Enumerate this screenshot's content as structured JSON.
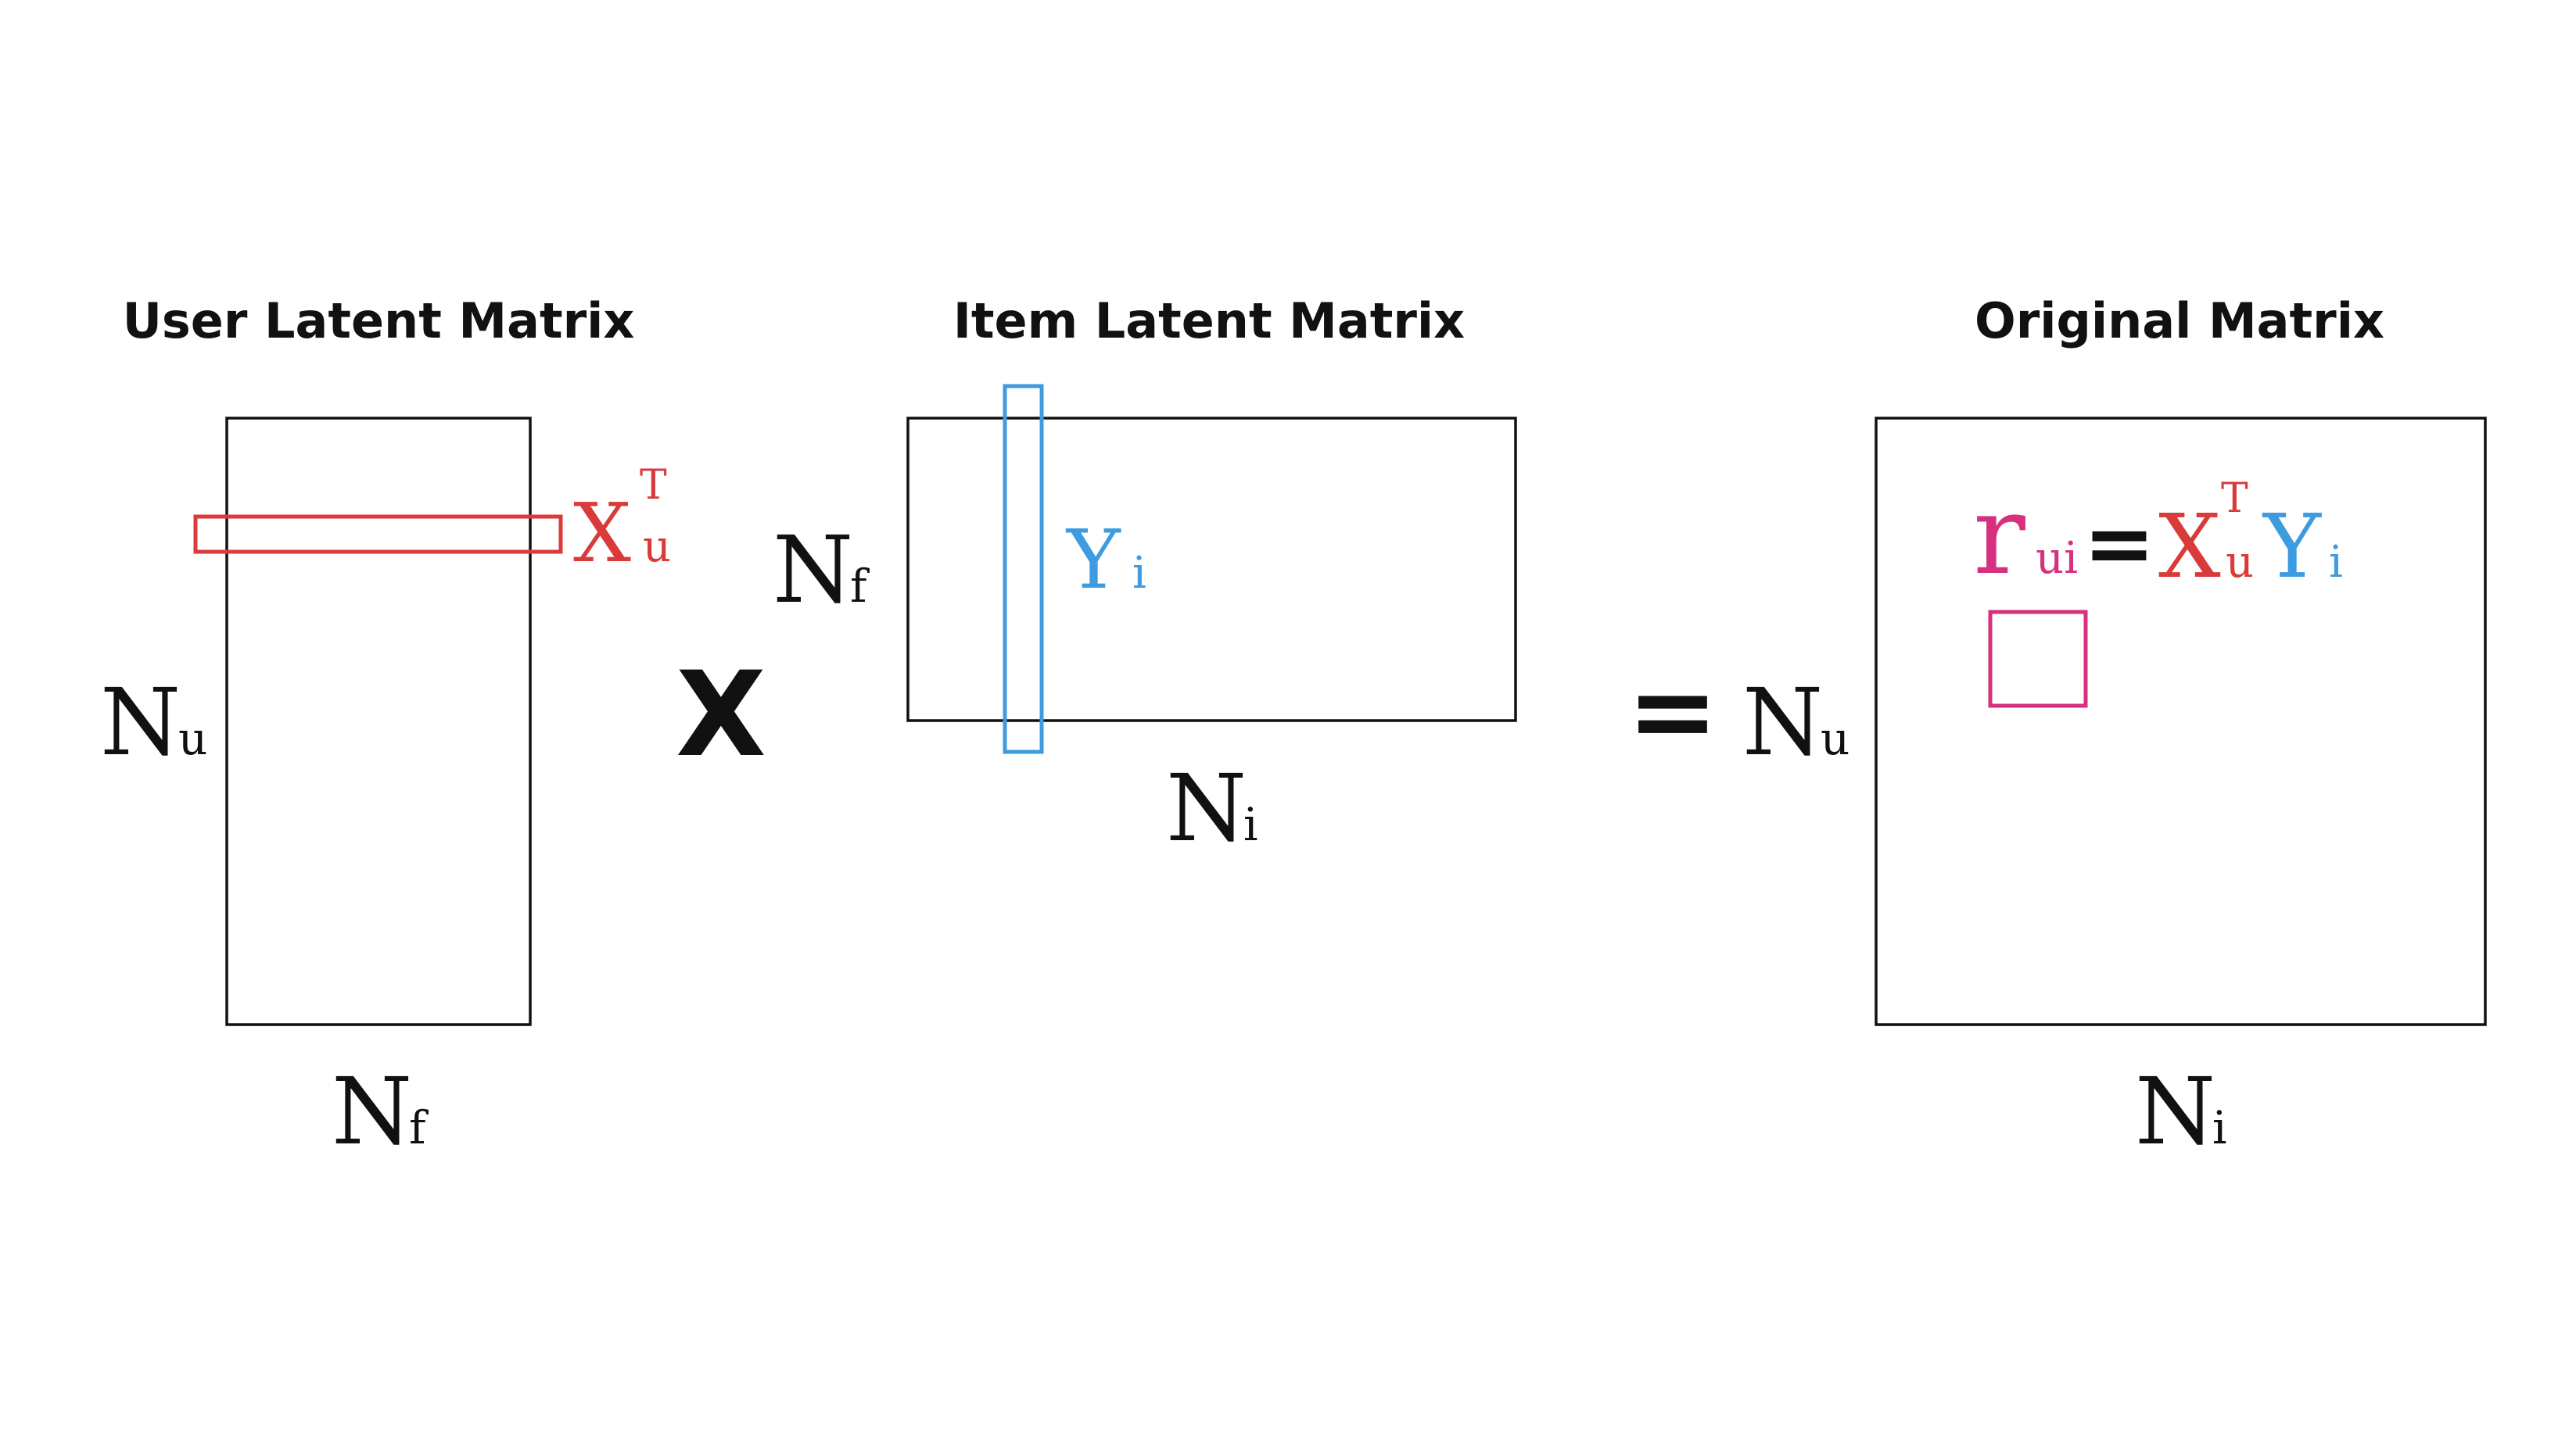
{
  "colors": {
    "ink": "#111111",
    "red": "#d93a3a",
    "blue": "#3d9be0",
    "pink": "#d6307f"
  },
  "user_matrix": {
    "title": "User Latent Matrix",
    "rows_symbol": "N",
    "rows_sub": "u",
    "cols_symbol": "N",
    "cols_sub": "f",
    "row_vector": {
      "symbol": "X",
      "sub": "u",
      "sup": "T"
    }
  },
  "multiply_op": "X",
  "item_matrix": {
    "title": "Item Latent Matrix",
    "rows_symbol": "N",
    "rows_sub": "f",
    "cols_symbol": "N",
    "cols_sub": "i",
    "col_vector": {
      "symbol": "Y",
      "sub": "i"
    }
  },
  "equals_op": "=",
  "original_matrix": {
    "title": "Original Matrix",
    "rows_symbol": "N",
    "rows_sub": "u",
    "cols_symbol": "N",
    "cols_sub": "i",
    "formula": {
      "r_symbol": "r",
      "r_sub": "ui",
      "eq": "=",
      "x_symbol": "X",
      "x_sub": "u",
      "x_sup": "T",
      "y_symbol": "Y",
      "y_sub": "i"
    }
  }
}
